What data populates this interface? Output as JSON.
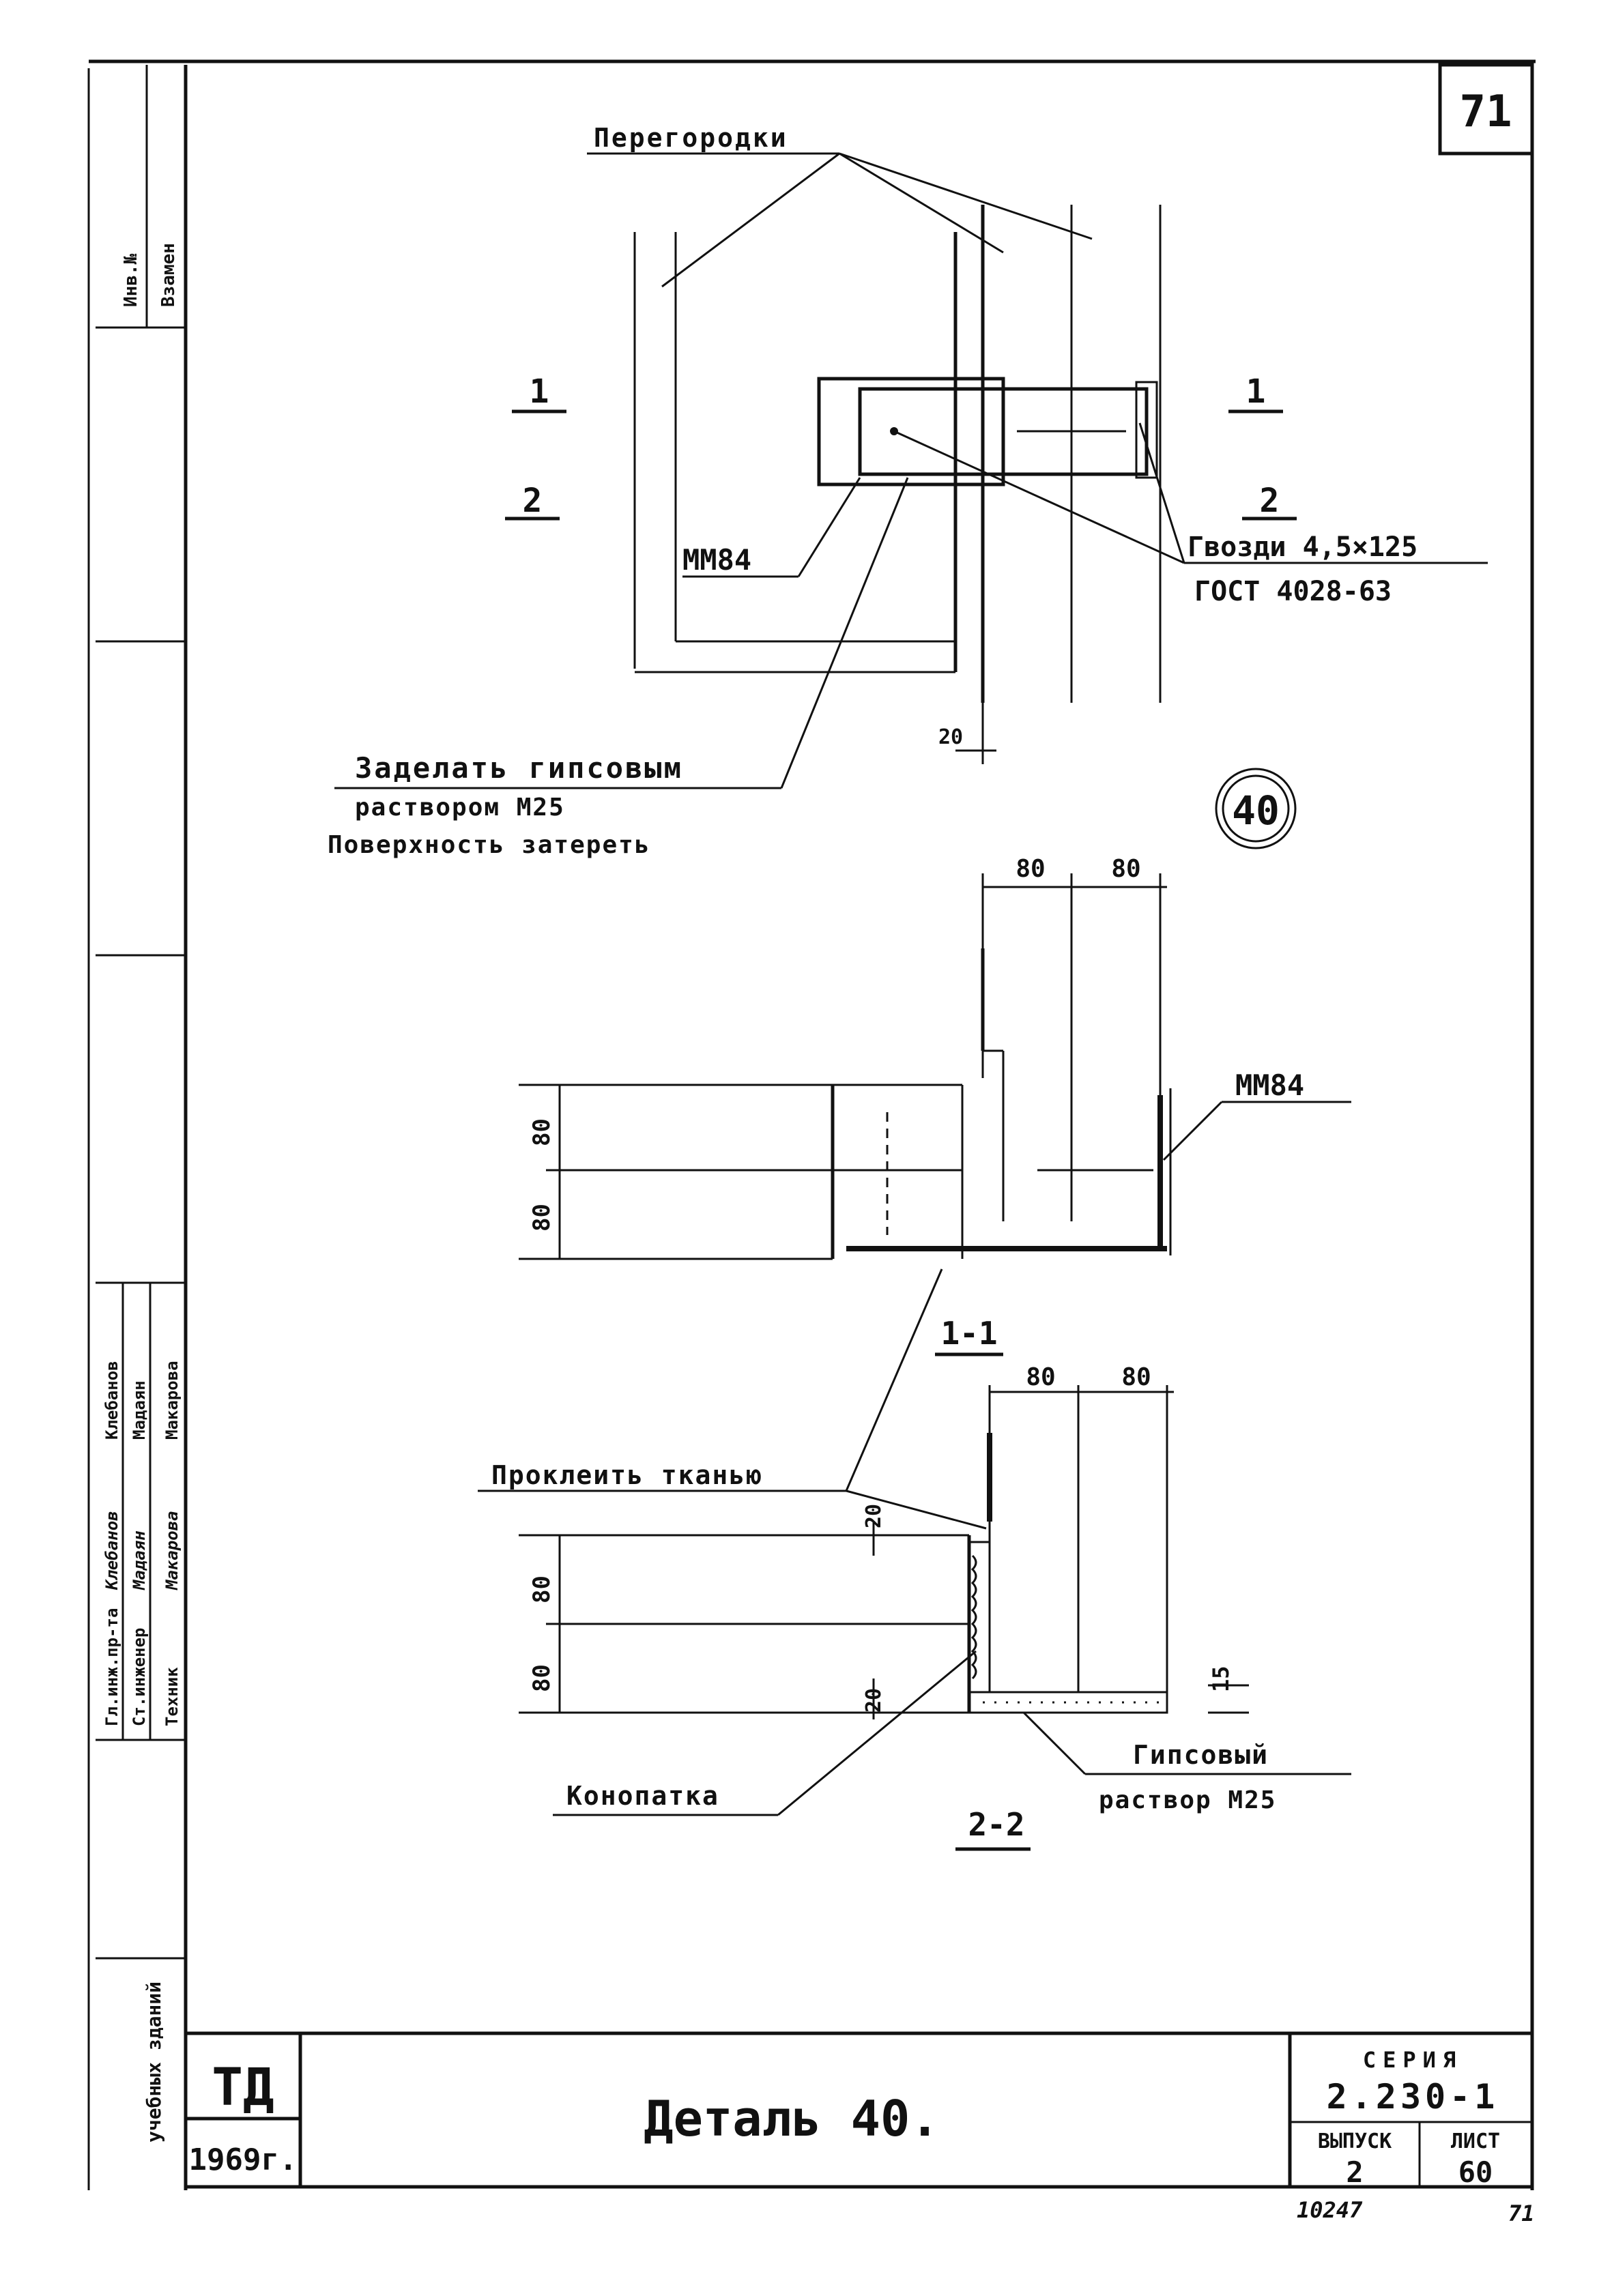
{
  "sheet": {
    "sheet_number": "71",
    "detail_mark": "40",
    "title": "Деталь 40.",
    "series_label": "СЕРИЯ",
    "series_value": "2.230-1",
    "issue_label": "ВЫПУСК",
    "issue_value": "2",
    "sheet_label": "ЛИСТ",
    "sheet_value": "60",
    "stamp_code": "ТД",
    "year": "1969г.",
    "bottom_number": "10247",
    "bottom_page": "71"
  },
  "side_stamp": {
    "inv_no": "Инв.№",
    "vzamen": "Взамен",
    "org_text": "учебных зданий",
    "roles": [
      "Гл.инж.пр-та",
      "Ст.инженер",
      "Техник"
    ],
    "names": [
      "Клебанов",
      "Мадаян",
      "Макарова"
    ],
    "signatures": [
      "Клебанов",
      "Мадаян",
      "Макарова"
    ]
  },
  "plan_view": {
    "label_partitions": "Перегородки",
    "label_mm84": "ММ84",
    "label_nails_1": "Гвозди 4,5×125",
    "label_nails_2": "ГОСТ 4028-63",
    "label_fill_1": "Заделать гипсовым",
    "label_fill_2": "раствором М25",
    "label_fill_3": "Поверхность затереть",
    "cut_top_left": "1",
    "cut_bottom_left": "2",
    "cut_top_right": "1",
    "cut_bottom_right": "2",
    "dim_20": "20"
  },
  "section_1_1": {
    "title": "1-1",
    "dim_top_a": "80",
    "dim_top_b": "80",
    "dim_left_a": "80",
    "dim_left_b": "80",
    "label_mm84": "ММ84"
  },
  "section_2_2": {
    "title": "2-2",
    "dim_top_a": "80",
    "dim_top_b": "80",
    "dim_left_a": "80",
    "dim_left_b": "80",
    "dim_20_top": "20",
    "dim_20_bottom": "20",
    "dim_15": "15",
    "label_fabric": "Проклеить тканью",
    "label_caulk": "Конопатка",
    "label_gypsum_1": "Гипсовый",
    "label_gypsum_2": "раствор М25"
  }
}
